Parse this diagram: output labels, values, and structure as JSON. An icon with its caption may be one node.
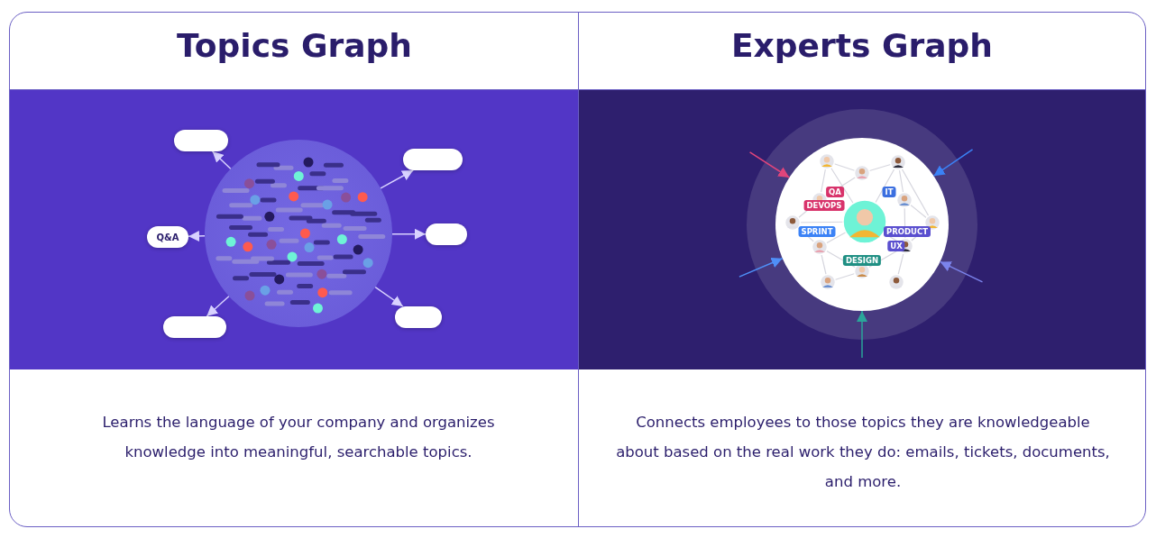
{
  "diagram": {
    "nodes": [
      {
        "text": [
          "Topics Graph",
          "Learns the language of your company and organizes knowledge into meaningful, searchable topics."
        ]
      },
      {
        "text": [],
        "shape": "circle",
        "in": 0
      },
      {
        "text": [],
        "shape": "box",
        "in": 0
      },
      {
        "text": [],
        "shape": "box",
        "in": 0
      },
      {
        "text": [
          "Q&A"
        ],
        "in": 0
      },
      {
        "text": [],
        "shape": "box",
        "in": 0
      },
      {
        "text": [],
        "shape": "box",
        "in": 0
      },
      {
        "text": [],
        "shape": "box",
        "in": 0
      },
      {
        "text": [
          "Experts Graph",
          "Connects employees to those topics they are knowledgeable about based on the real work they do: emails, tickets, documents, and more."
        ]
      },
      {
        "text": [],
        "shape": "circle",
        "in": 8
      }
    ],
    "edges": [
      {
        "from": 1,
        "to": 2,
        "arrow": "to"
      },
      {
        "from": 1,
        "to": 3,
        "arrow": "to"
      },
      {
        "from": 1,
        "to": 4,
        "arrow": "to"
      },
      {
        "from": 1,
        "to": 5,
        "arrow": "to"
      },
      {
        "from": 1,
        "to": 6,
        "arrow": "to"
      },
      {
        "from": 1,
        "to": 7,
        "arrow": "to"
      },
      {
        "from": null,
        "to": 9,
        "arrow": "to",
        "color": "#e0457b"
      },
      {
        "from": null,
        "to": 9,
        "arrow": "to",
        "color": "#3b82f6"
      },
      {
        "from": null,
        "to": 9,
        "arrow": "to",
        "color": "#4f8ff7"
      },
      {
        "from": null,
        "to": 9,
        "arrow": "to",
        "color": "#7b83eb"
      },
      {
        "from": null,
        "to": 9,
        "arrow": "to",
        "color": "#2aa59a"
      }
    ],
    "labels": [
      "QA",
      "DEVOPS",
      "IT",
      "SPRINT",
      "PRODUCT",
      "UX",
      "DESIGN"
    ]
  }
}
